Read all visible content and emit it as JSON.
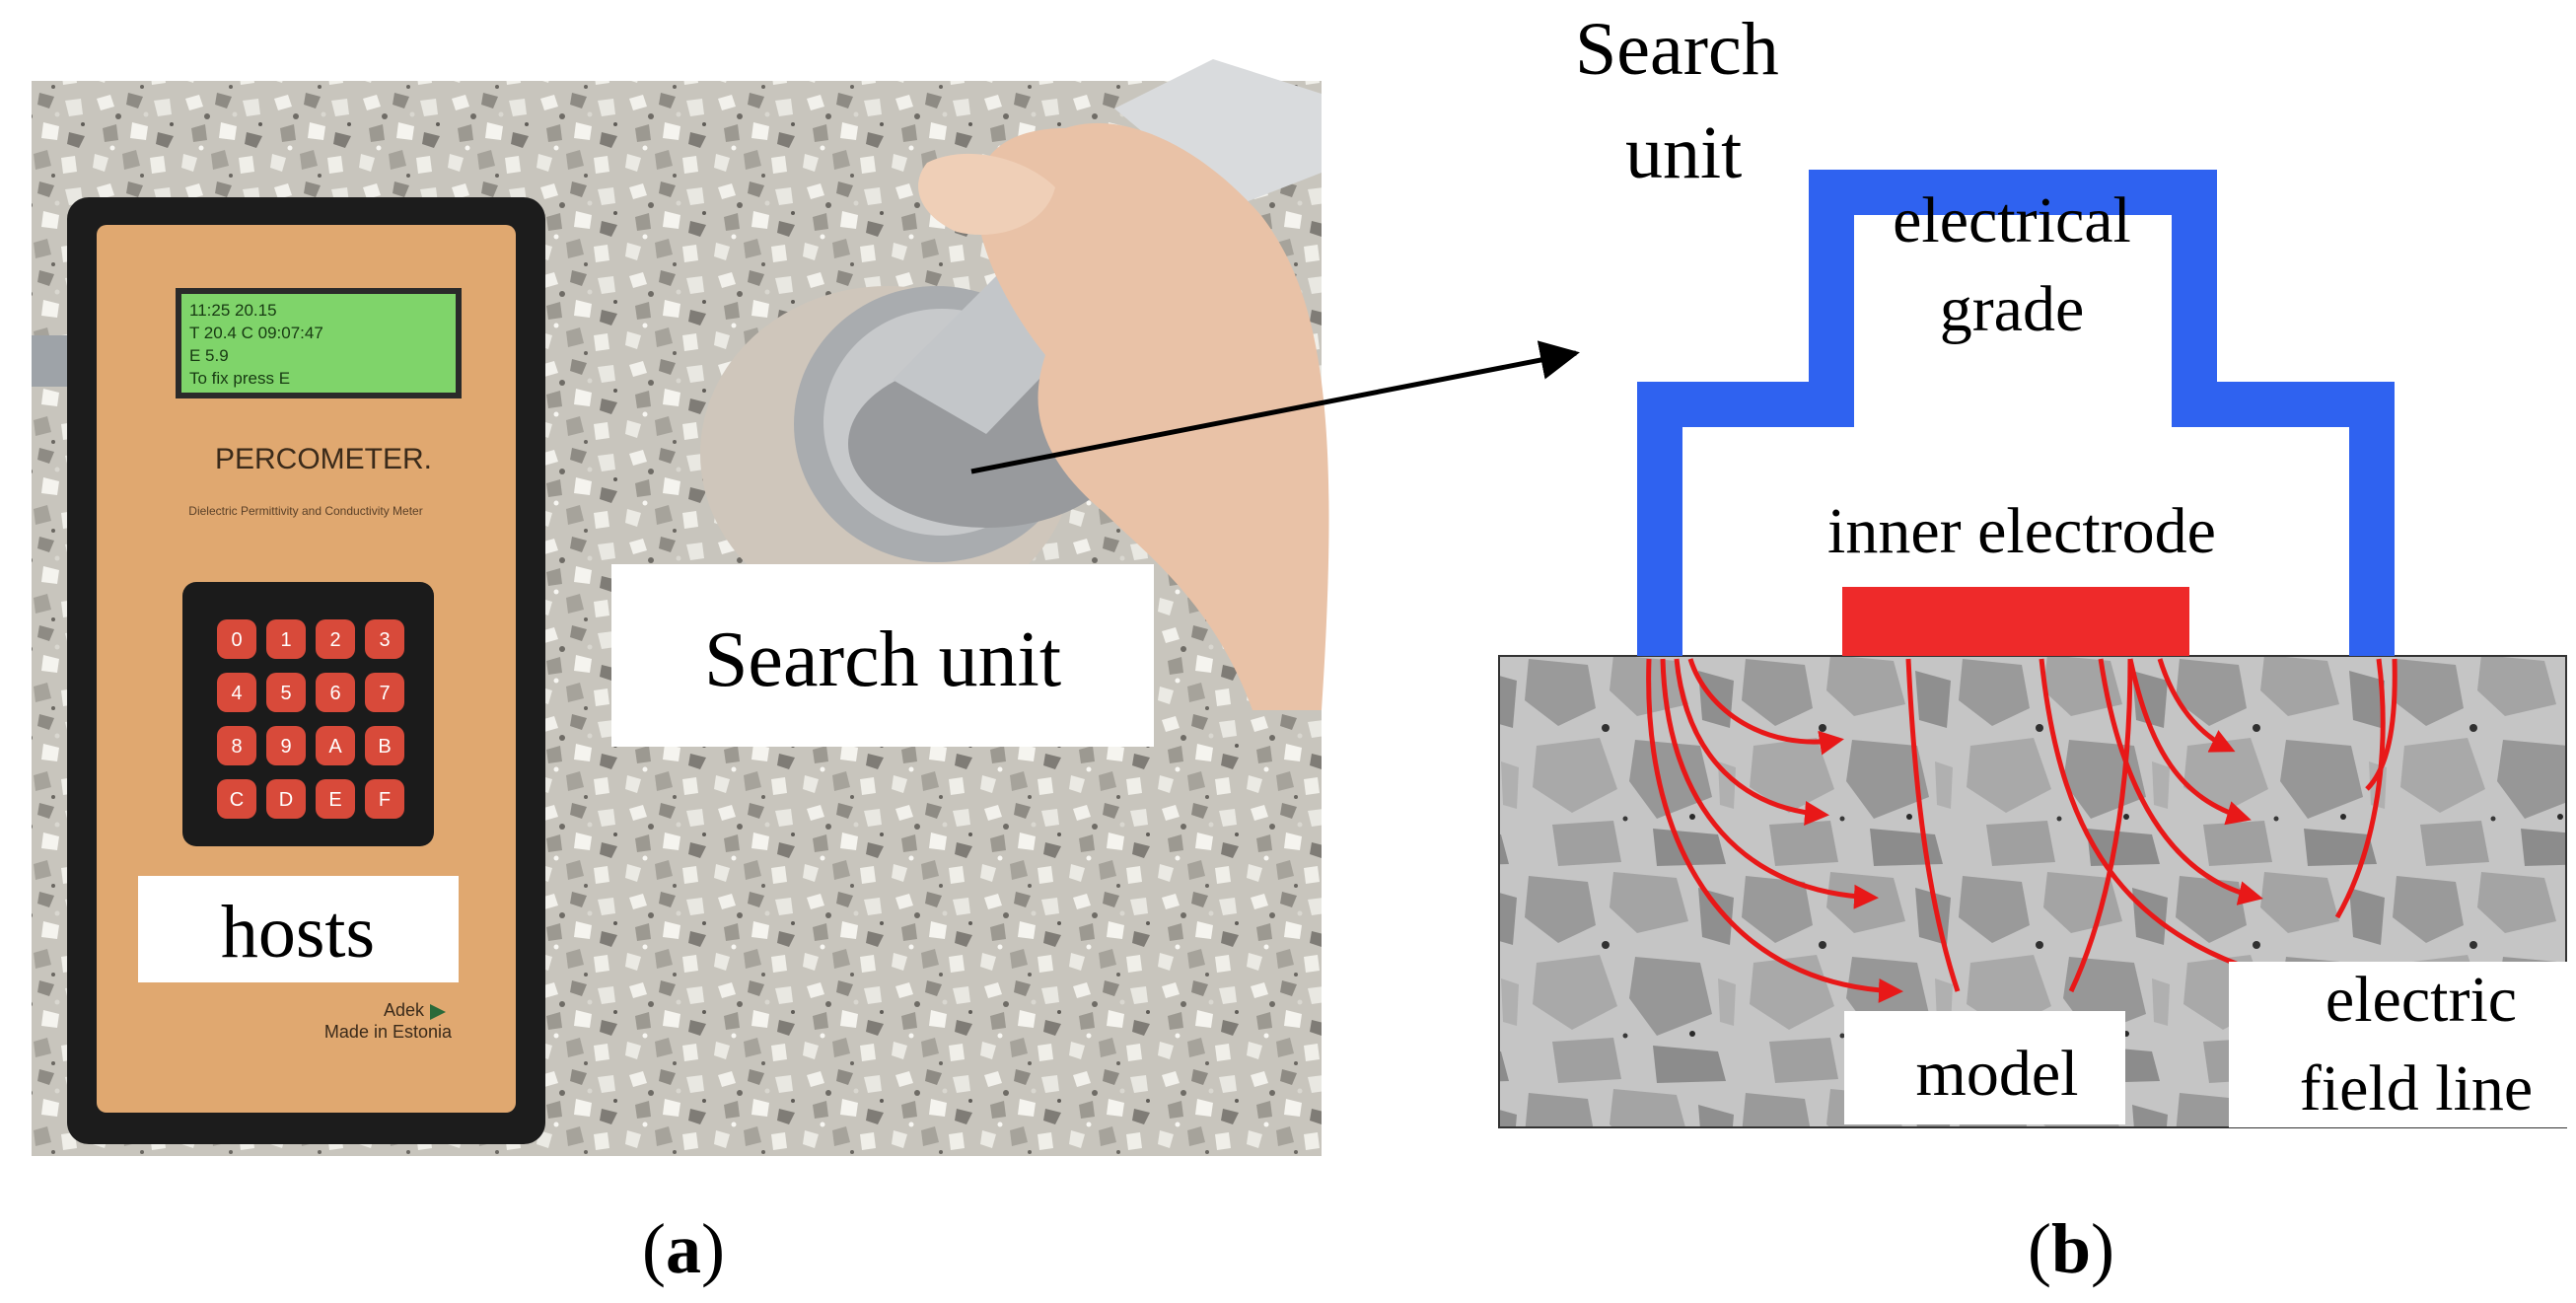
{
  "panel_a": {
    "caption_open": "(",
    "caption_letter": "a",
    "caption_close": ")",
    "device": {
      "lcd_lines": [
        "11:25       20.15",
        "T  20.4 C    09:07:47",
        "   E 5.9",
        "    To fix press E"
      ],
      "brand": "PERCOMETER.",
      "subtitle": "Dielectric Permittivity and Conductivity Meter",
      "keys": [
        "0",
        "1",
        "2",
        "3",
        "4",
        "5",
        "6",
        "7",
        "8",
        "9",
        "A",
        "B",
        "C",
        "D",
        "E",
        "F"
      ],
      "maker": "Adek",
      "made_in": "Made in Estonia"
    },
    "label_hosts": "hosts",
    "label_search_unit": "Search unit"
  },
  "panel_b": {
    "caption_open": "(",
    "caption_letter": "b",
    "caption_close": ")",
    "label_search_unit_line1": "Search",
    "label_search_unit_line2": "unit",
    "label_electrical_line1": "electrical",
    "label_electrical_line2": "grade",
    "label_inner_electrode": "inner electrode",
    "label_model": "model",
    "label_field_line1": "electric",
    "label_field_line2": "field line",
    "colors": {
      "outer_electrode": "#2f62f0",
      "inner_electrode": "#ee2a2a",
      "field_line": "#e81818",
      "sample": "#c9c9c9"
    }
  }
}
